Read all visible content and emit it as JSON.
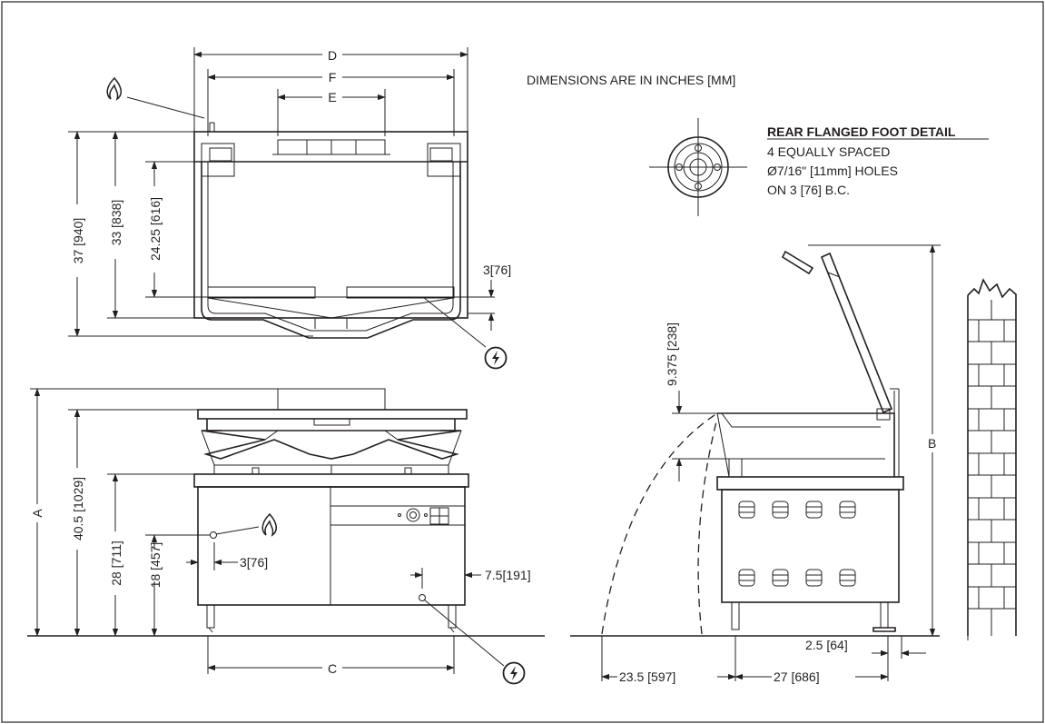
{
  "notes": {
    "units": "DIMENSIONS ARE IN INCHES [MM]",
    "detail_title": "REAR FLANGED FOOT DETAIL",
    "detail_line1": "4 EQUALLY SPACED",
    "detail_line2": "Ø7/16\" [11mm] HOLES",
    "detail_line3": "ON 3 [76] B.C."
  },
  "top_view": {
    "dim_d": "D",
    "dim_f": "F",
    "dim_e": "E",
    "dim_37": "37 [940]",
    "dim_33": "33 [838]",
    "dim_24": "24.25 [616]",
    "dim_3": "3[76]"
  },
  "front_view": {
    "dim_a": "A",
    "dim_40": "40.5 [1029]",
    "dim_28": "28 [711]",
    "dim_18": "18 [457]",
    "dim_3": "3[76]",
    "dim_7": "7.5[191]",
    "dim_c": "C"
  },
  "side_view": {
    "dim_9": "9.375 [238]",
    "dim_b": "B",
    "dim_2": "2.5 [64]",
    "dim_23": "23.5 [597]",
    "dim_27": "27 [686]"
  },
  "icons": {
    "gas": "gas-flame-icon",
    "electric": "electric-bolt-icon"
  }
}
